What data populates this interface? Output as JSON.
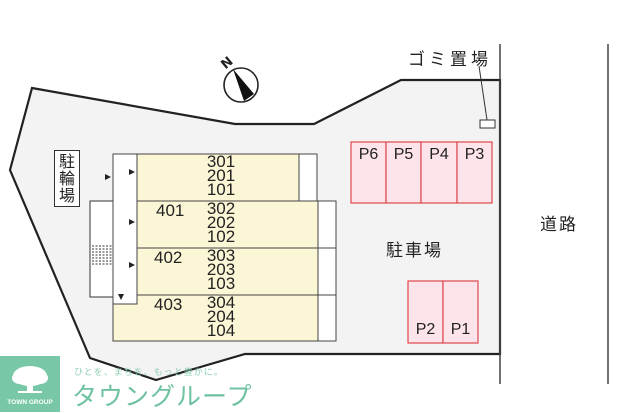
{
  "compass": {
    "label": "N",
    "icon": "north-arrow-icon"
  },
  "garbage": {
    "label": "ゴミ置場"
  },
  "bicycle_parking": {
    "label": "駐輪場",
    "chars": [
      "駐",
      "輪",
      "場"
    ]
  },
  "parking": {
    "label": "駐車場",
    "top_row": [
      "P6",
      "P5",
      "P4",
      "P3"
    ],
    "bottom_row": [
      "P2",
      "P1"
    ]
  },
  "road": {
    "label": "道路"
  },
  "building": {
    "rows": [
      {
        "floor4": "",
        "units": [
          "301",
          "201",
          "101"
        ]
      },
      {
        "floor4": "401",
        "units": [
          "302",
          "202",
          "102"
        ]
      },
      {
        "floor4": "402",
        "units": [
          "303",
          "203",
          "103"
        ]
      },
      {
        "floor4": "403",
        "units": [
          "304",
          "204",
          "104"
        ]
      }
    ]
  },
  "colors": {
    "lot_fill": "#f3f3f4",
    "unit_fill": "#fbf6d5",
    "parking_fill": "#fde3ea",
    "parking_border": "#e0474c",
    "brand_green": "#78c7a6"
  },
  "logo": {
    "box_text": "TOWN GROUP",
    "tagline": "ひとを、まちを、もっと豊かに。",
    "brand": "タウングループ",
    "icon": "tree-icon"
  }
}
